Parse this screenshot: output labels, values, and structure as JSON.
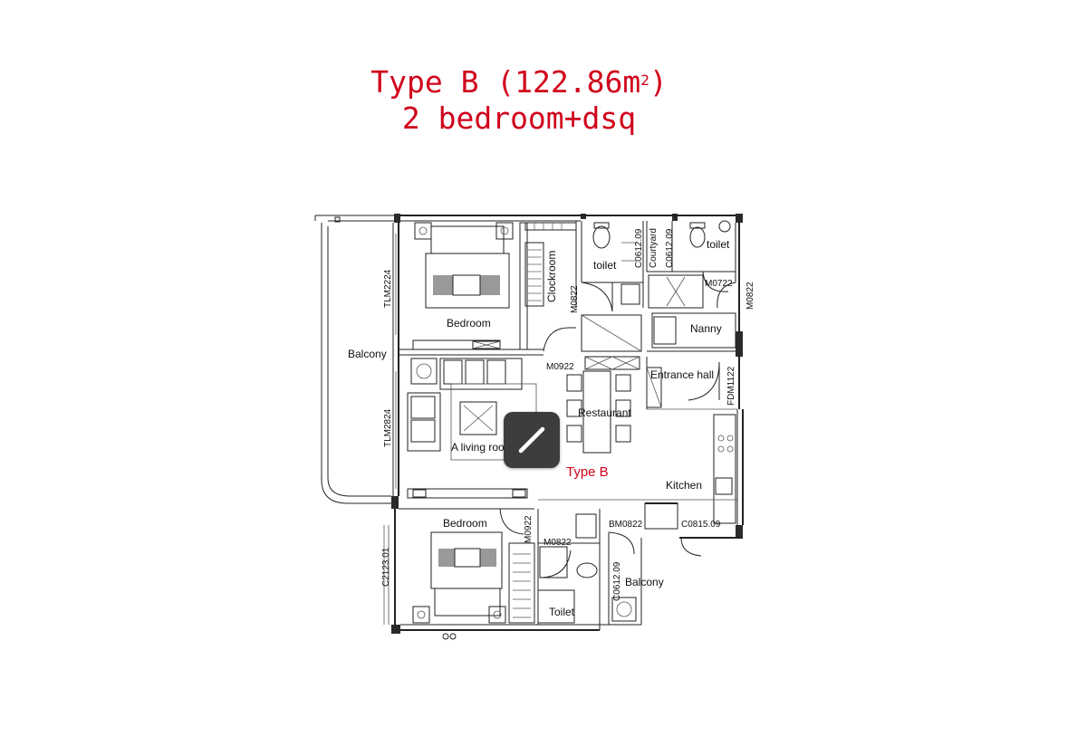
{
  "title": {
    "line1_prefix": "Type B (122.86m",
    "line1_sup": "2",
    "line1_suffix": ")",
    "line2": "2 bedroom+dsq"
  },
  "rooms": {
    "bedroom_top": "Bedroom",
    "clockroom": "Clockroom",
    "toilet_top": "toilet",
    "courtyard": "Courtyard",
    "toilet_right": "toilet",
    "nanny": "Nanny",
    "balcony_left": "Balcony",
    "entrance_hall": "Entrance hall",
    "restaurant": "Restaurant",
    "living_room": "A living room",
    "kitchen": "Kitchen",
    "bedroom_bottom": "Bedroom",
    "toilet_bottom": "Toilet",
    "balcony_bottom": "Balcony"
  },
  "unit_type_label": "Type B",
  "codes": {
    "tlm2224": "TLM2224",
    "tlm2824": "TLM2824",
    "m0822_a": "M0822",
    "m0922_a": "M0922",
    "c0612_a": "C0612.09",
    "c0612_b": "C0612.09",
    "m0722": "M0722",
    "m0822_right": "M0822",
    "fdm1122": "FDM1122",
    "m0922_b": "M0922",
    "m0822_b": "M0822",
    "bm0822": "BM0822",
    "c0815": "C0815.09",
    "c0612_c": "C0612.09",
    "c2123": "C2123.01"
  },
  "icons": {
    "edit": "pencil-edit-icon"
  },
  "colors": {
    "title": "#d0021b",
    "walls": "#2a2a2a",
    "button": "#3d3d3d"
  }
}
